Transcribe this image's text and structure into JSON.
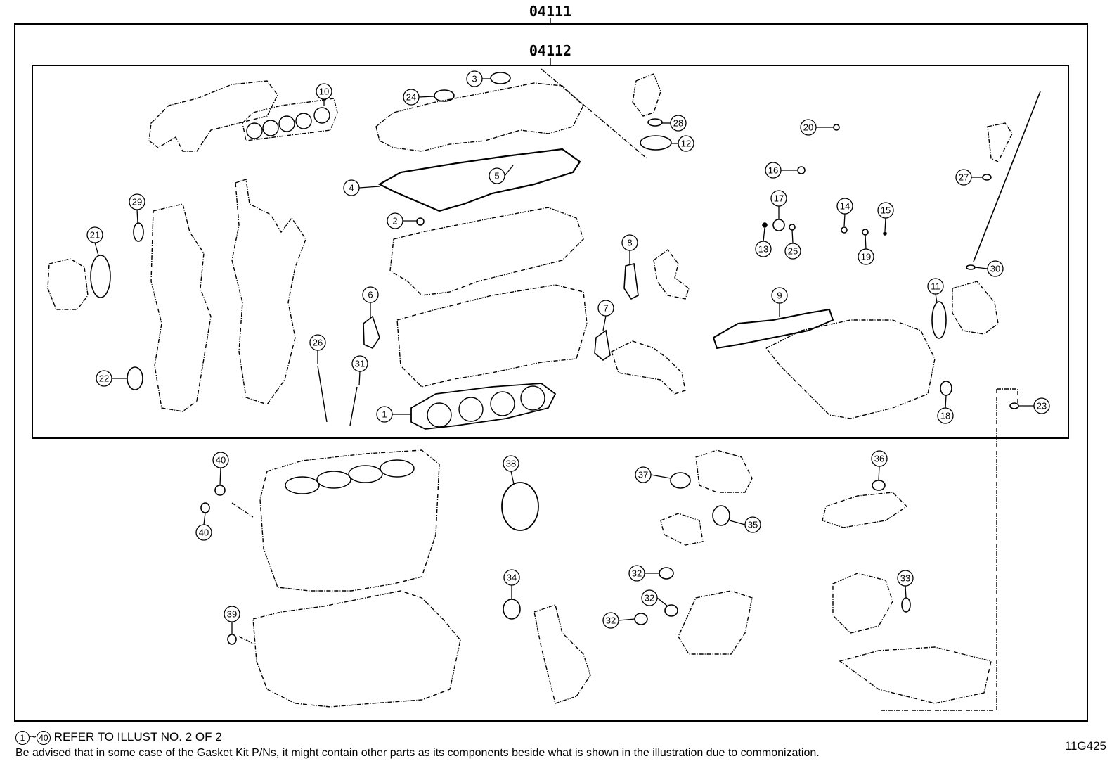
{
  "diagram": {
    "outer_code": "04111",
    "inner_code": "04112",
    "illustration_id": "11G425",
    "footer_range_start": "1",
    "footer_range_sep": "~",
    "footer_range_end": "40",
    "footer_refer": "REFER TO ILLUST NO. 2 OF 2",
    "footer_note": "Be advised that in some case of the Gasket Kit P/Ns,  it might contain other parts as its components beside what is shown in the illustration due to commonization.",
    "callouts": [
      "1",
      "2",
      "3",
      "4",
      "5",
      "6",
      "7",
      "8",
      "9",
      "10",
      "11",
      "12",
      "13",
      "14",
      "15",
      "16",
      "17",
      "18",
      "19",
      "20",
      "21",
      "22",
      "23",
      "24",
      "25",
      "26",
      "27",
      "28",
      "29",
      "30",
      "31",
      "32",
      "32",
      "32",
      "33",
      "34",
      "35",
      "36",
      "37",
      "38",
      "39",
      "40",
      "40"
    ]
  }
}
